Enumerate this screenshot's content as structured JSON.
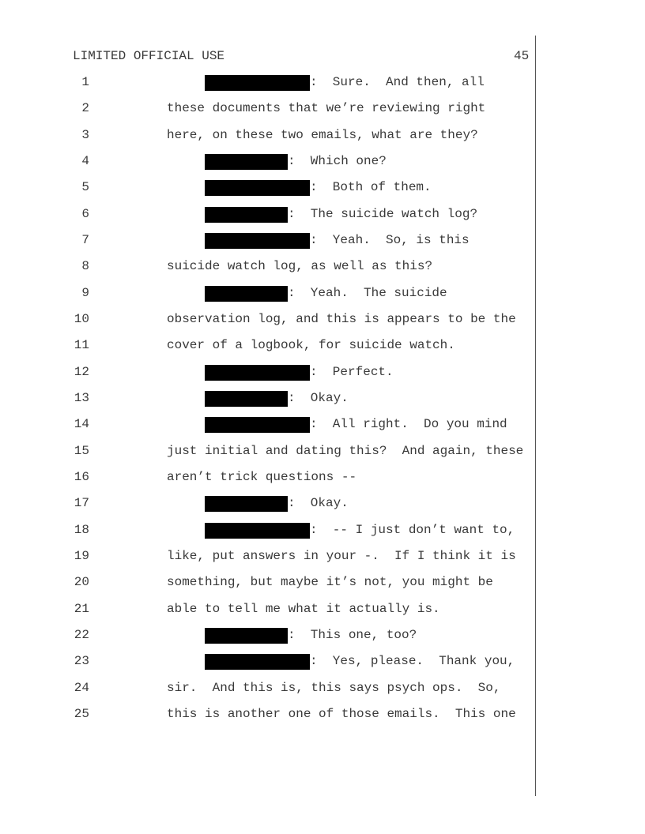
{
  "header": {
    "classification": "LIMITED OFFICIAL USE",
    "page_number": "45"
  },
  "lines": [
    {
      "n": "1",
      "redaction": "long",
      "text": ":  Sure.  And then, all"
    },
    {
      "n": "2",
      "redaction": "",
      "text": "these documents that we’re reviewing right"
    },
    {
      "n": "3",
      "redaction": "",
      "text": "here, on these two emails, what are they?"
    },
    {
      "n": "4",
      "redaction": "short",
      "text": ":  Which one?"
    },
    {
      "n": "5",
      "redaction": "long",
      "text": ":  Both of them."
    },
    {
      "n": "6",
      "redaction": "short",
      "text": ":  The suicide watch log?"
    },
    {
      "n": "7",
      "redaction": "long",
      "text": ":  Yeah.  So, is this"
    },
    {
      "n": "8",
      "redaction": "",
      "text": "suicide watch log, as well as this?"
    },
    {
      "n": "9",
      "redaction": "short",
      "text": ":  Yeah.  The suicide"
    },
    {
      "n": "10",
      "redaction": "",
      "text": "observation log, and this is appears to be the"
    },
    {
      "n": "11",
      "redaction": "",
      "text": "cover of a logbook, for suicide watch."
    },
    {
      "n": "12",
      "redaction": "long",
      "text": ":  Perfect."
    },
    {
      "n": "13",
      "redaction": "short",
      "text": ":  Okay."
    },
    {
      "n": "14",
      "redaction": "long",
      "text": ":  All right.  Do you mind"
    },
    {
      "n": "15",
      "redaction": "",
      "text": "just initial and dating this?  And again, these"
    },
    {
      "n": "16",
      "redaction": "",
      "text": "aren’t trick questions --"
    },
    {
      "n": "17",
      "redaction": "short",
      "text": ":  Okay."
    },
    {
      "n": "18",
      "redaction": "long",
      "text": ":  -- I just don’t want to,"
    },
    {
      "n": "19",
      "redaction": "",
      "text": "like, put answers in your -.  If I think it is"
    },
    {
      "n": "20",
      "redaction": "",
      "text": "something, but maybe it’s not, you might be"
    },
    {
      "n": "21",
      "redaction": "",
      "text": "able to tell me what it actually is."
    },
    {
      "n": "22",
      "redaction": "short",
      "text": ":  This one, too?"
    },
    {
      "n": "23",
      "redaction": "long",
      "text": ":  Yes, please.  Thank you,"
    },
    {
      "n": "24",
      "redaction": "",
      "text": "sir.  And this is, this says psych ops.  So,"
    },
    {
      "n": "25",
      "redaction": "",
      "text": "this is another one of those emails.  This one"
    }
  ]
}
